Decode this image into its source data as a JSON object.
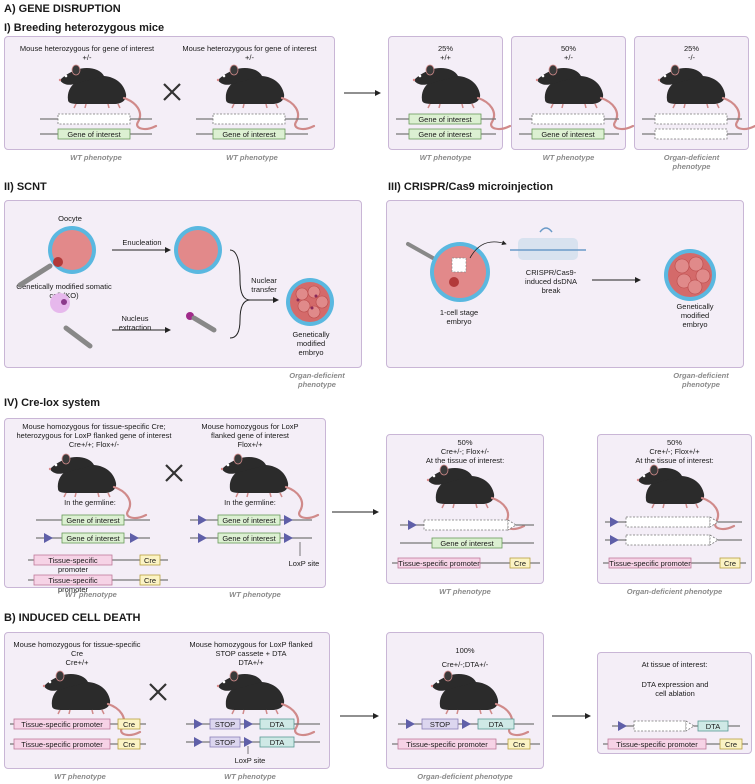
{
  "sections": {
    "a": "A) GENE DISRUPTION",
    "a1": "I) Breeding heterozygous mice",
    "a2": "II) SCNT",
    "a3": "III) CRISPR/Cas9 microinjection",
    "a4": "IV) Cre-lox system",
    "b": "B) INDUCED CELL DEATH"
  },
  "breeding": {
    "parent1_label": "Mouse heterozygous for gene of interest",
    "parent1_geno": "+/-",
    "parent2_label": "Mouse heterozygous for gene of interest",
    "parent2_geno": "+/-",
    "gene": "Gene of interest",
    "phenotype_wt": "WT phenotype",
    "offspring": [
      {
        "pct": "25%",
        "geno": "+/+",
        "phenotype": "WT phenotype"
      },
      {
        "pct": "50%",
        "geno": "+/-",
        "phenotype": "WT phenotype"
      },
      {
        "pct": "25%",
        "geno": "-/-",
        "phenotype": "Organ-deficient phenotype"
      }
    ]
  },
  "scnt": {
    "oocyte": "Oocyte",
    "enucleation": "Enucleation",
    "somatic": "Genetically modified somatic cell (KO)",
    "nucleus_extraction": "Nucleus extraction",
    "nuclear_transfer": "Nuclear transfer",
    "embryo": "Genetically modified embryo",
    "phenotype": "Organ-deficient phenotype"
  },
  "crispr": {
    "embryo1": "1-cell stage embryo",
    "break": "CRISPR/Cas9-induced dsDNA break",
    "embryo2": "Genetically modified embryo",
    "phenotype": "Organ-deficient phenotype"
  },
  "crelox": {
    "parent1_label": "Mouse homozygous for tissue-specific Cre; heterozygous for LoxP flanked gene of interest",
    "parent1_geno": "Cre+/+; Flox+/-",
    "parent2_label": "Mouse homozygous for LoxP flanked gene of interest",
    "parent2_geno": "Flox+/+",
    "germline": "In the germline:",
    "gene": "Gene of interest",
    "promoter": "Tissue-specific promoter",
    "cre": "Cre",
    "loxp": "LoxP site",
    "phenotype_wt": "WT phenotype",
    "offspring1_pct": "50%",
    "offspring1_geno": "Cre+/-; Flox+/-",
    "offspring2_pct": "50%",
    "offspring2_geno": "Cre+/-; Flox+/+",
    "tissue": "At the tissue of interest:",
    "phenotype_org": "Organ-deficient  phenotype"
  },
  "death": {
    "parent1_label": "Mouse homozygous for tissue-specific Cre",
    "parent1_geno": "Cre+/+",
    "parent2_label": "Mouse homozygous for LoxP flanked STOP cassete + DTA",
    "parent2_geno": "DTA+/+",
    "promoter": "Tissue-specific promoter",
    "cre": "Cre",
    "stop": "STOP",
    "dta": "DTA",
    "loxp": "LoxP site",
    "phenotype_wt": "WT phenotype",
    "offspring_pct": "100%",
    "offspring_geno": "Cre+/-;DTA+/-",
    "phenotype_org": "Organ-deficient  phenotype",
    "tissue": "At tissue of interest:",
    "ablation": "DTA expression and cell ablation"
  },
  "colors": {
    "panel": "#f4eef7",
    "gene_box": "#dcf0d2",
    "promoter_box": "#f6d3e6",
    "cre_box": "#fbf3c4",
    "dta_box": "#cfe9e6",
    "stop_box": "#dcd6ef",
    "loxp": "#5f5fa8",
    "mouse": "#2b2b2b",
    "oocyte": "#e2898a",
    "zona": "#5ab8e0"
  }
}
